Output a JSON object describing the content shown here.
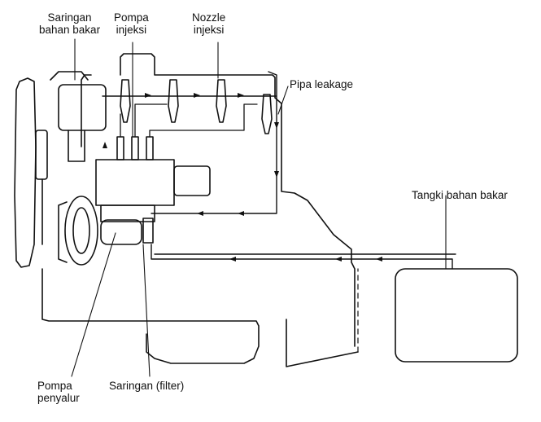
{
  "labels": {
    "saringan_bahan_bakar": [
      "Saringan",
      "bahan bakar"
    ],
    "pompa_injeksi": [
      "Pompa",
      "injeksi"
    ],
    "nozzle_injeksi": [
      "Nozzle",
      "injeksi"
    ],
    "pipa_leakage": "Pipa leakage",
    "tangki_bahan_bakar": "Tangki bahan bakar",
    "pompa_penyalur": [
      "Pompa",
      "penyalur"
    ],
    "saringan_filter": "Saringan (filter)"
  },
  "colors": {
    "line": "#111111",
    "background": "#ffffff"
  }
}
